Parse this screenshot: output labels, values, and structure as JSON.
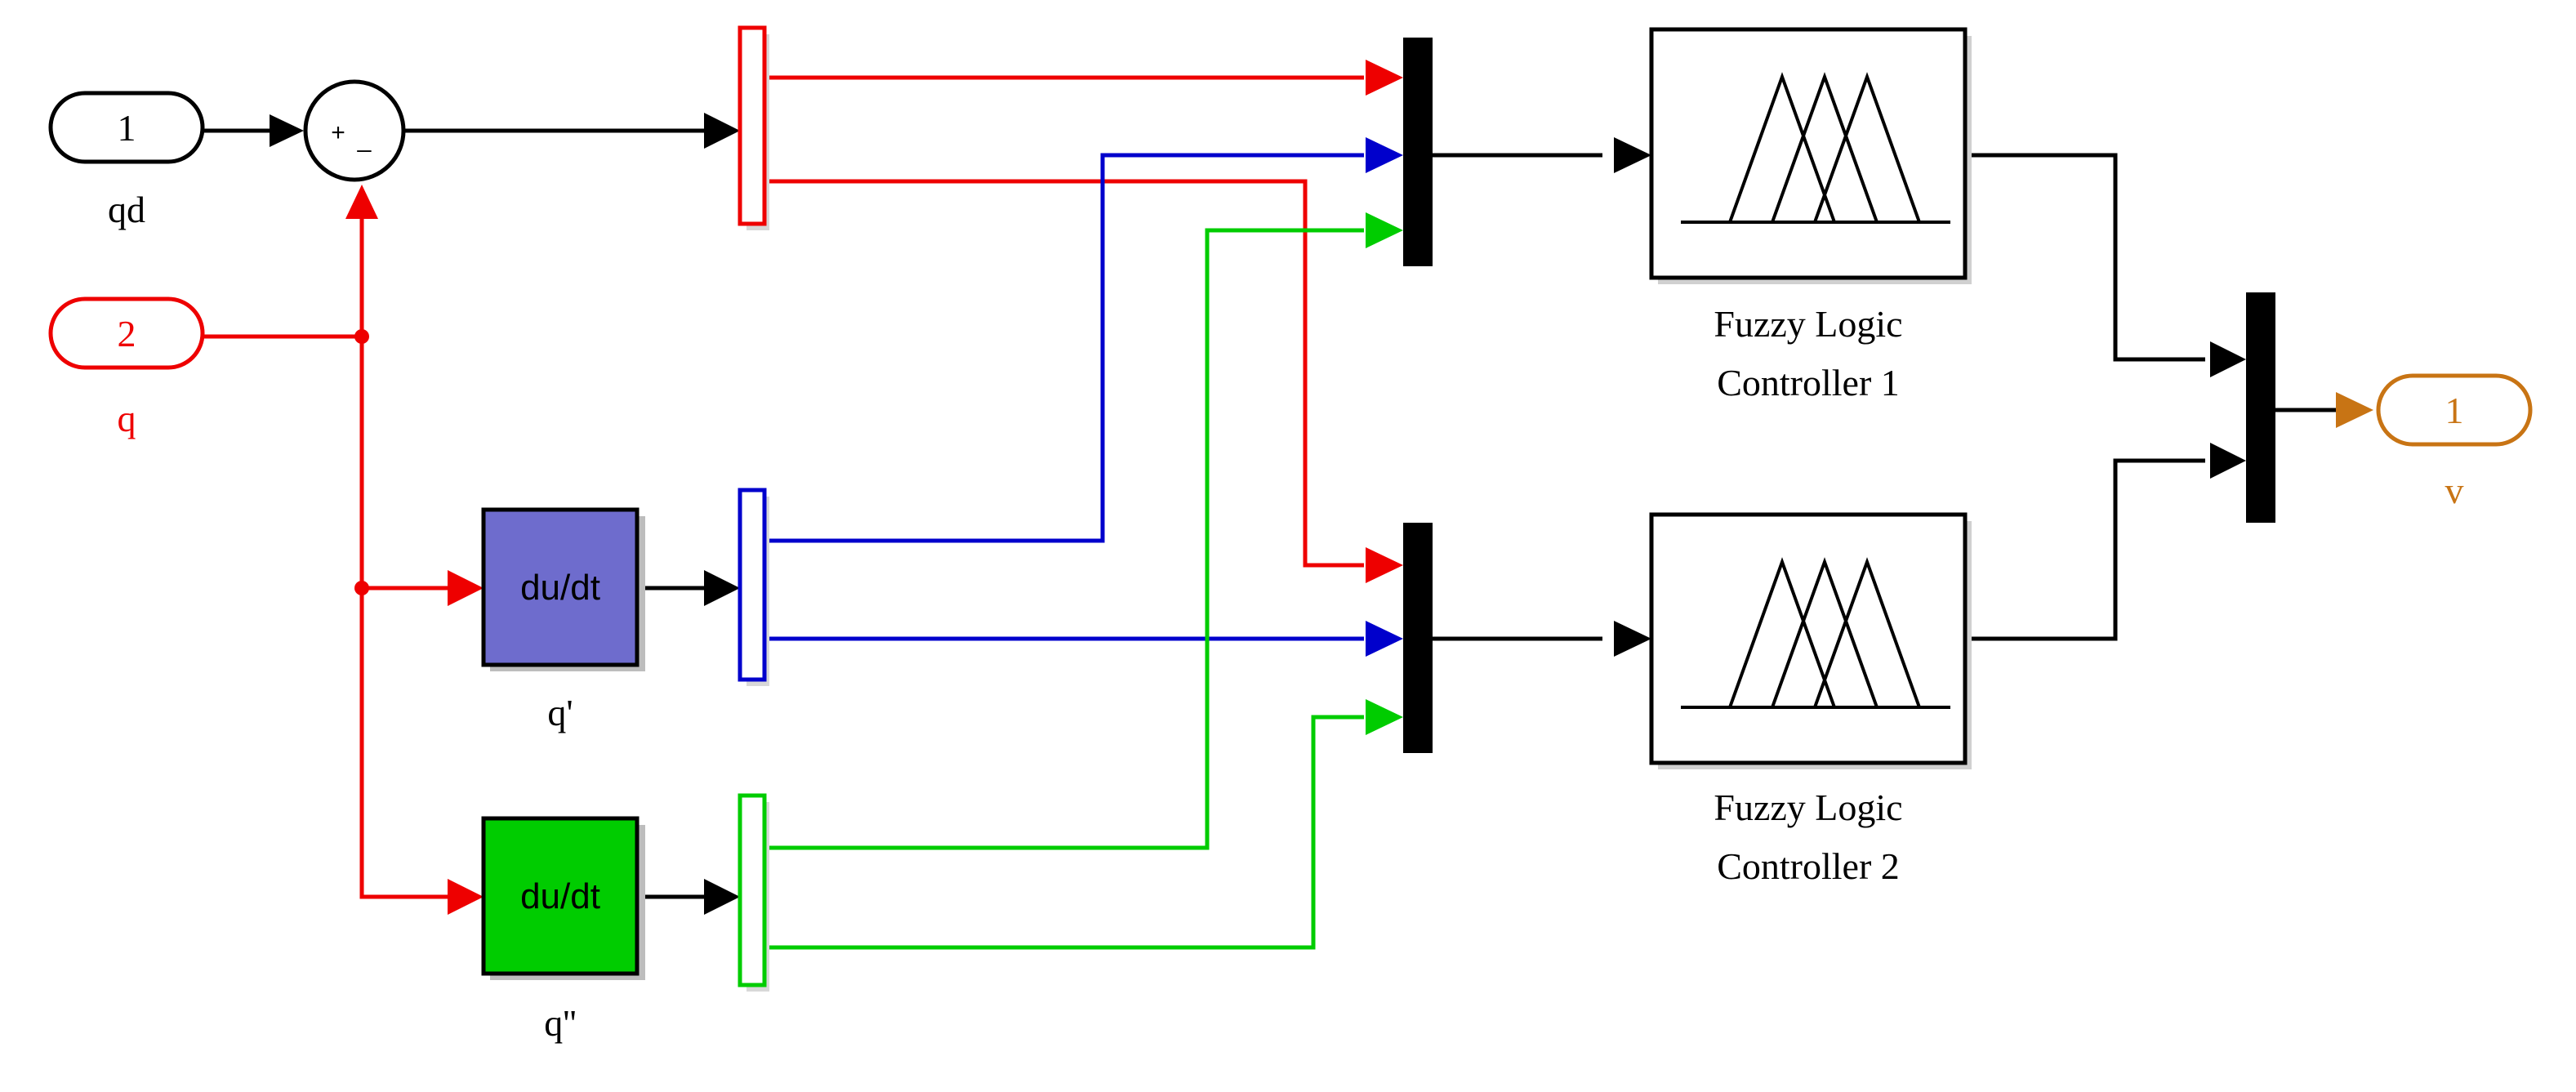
{
  "colors": {
    "black": "#000000",
    "red": "#ee0000",
    "blue": "#0000cc",
    "green": "#00cc00",
    "orange": "#c87414",
    "derivative_blue_fill": "#6e6ccd",
    "derivative_green_fill": "#00cc00"
  },
  "inports": [
    {
      "number": "1",
      "label": "qd",
      "color": "black"
    },
    {
      "number": "2",
      "label": "q",
      "color": "red"
    }
  ],
  "outports": [
    {
      "number": "1",
      "label": "v",
      "color": "orange"
    }
  ],
  "sum_block": {
    "signs": "+-",
    "plus": "+",
    "minus": "_"
  },
  "derivative_blocks": [
    {
      "text": "du/dt",
      "label": "q'"
    },
    {
      "text": "du/dt",
      "label": "q''"
    }
  ],
  "fuzzy_controllers": [
    {
      "label_line1": "Fuzzy Logic",
      "label_line2": "Controller 1"
    },
    {
      "label_line1": "Fuzzy Logic",
      "label_line2": "Controller 2"
    }
  ]
}
